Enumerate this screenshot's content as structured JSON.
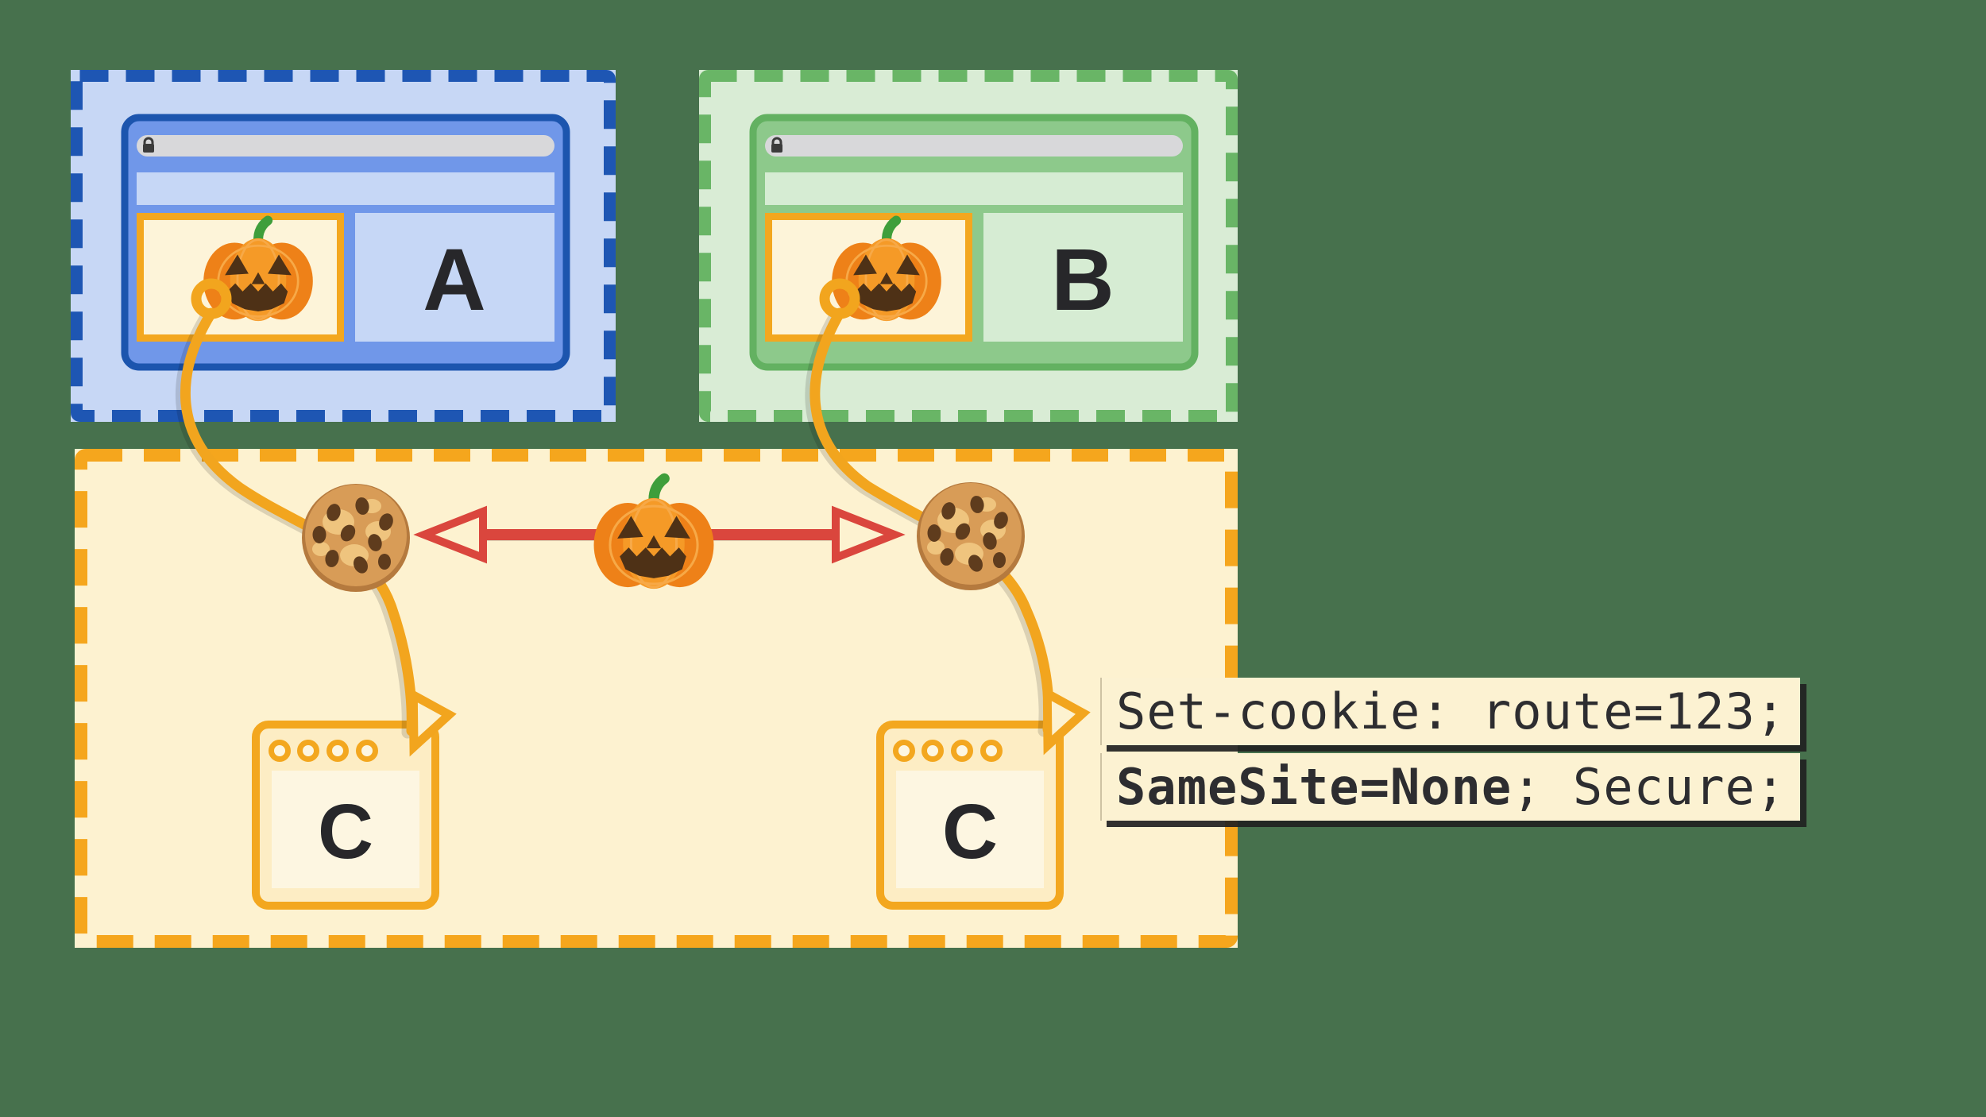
{
  "diagram": {
    "title_hint": "third-party cookie sharing between sites",
    "browser_a": {
      "page_label": "A"
    },
    "browser_b": {
      "page_label": "B"
    },
    "third_party_site": {
      "windows": [
        {
          "label": "C"
        },
        {
          "label": "C"
        }
      ]
    },
    "code": {
      "line1": "Set-cookie: route=123;",
      "line2_bold": "SameSite=None",
      "line2_rest": "; Secure;"
    },
    "icons": {
      "lock": "lock-icon",
      "pumpkin": "pumpkin-icon",
      "cookie": "cookie-icon"
    },
    "colors": {
      "background": "#47714d",
      "site_a_accent": "#1e56b3",
      "site_a_fill": "#c7d7f5",
      "site_a_window": "#7097e9",
      "site_b_accent": "#69b566",
      "site_b_fill": "#d9ecd5",
      "site_b_window": "#8dc98b",
      "third_party_accent": "#f2a51e",
      "third_party_fill": "#fdf2d0",
      "iframe_fill": "#fdf4d9",
      "share_arrow": "#da463d",
      "code_box_fill": "#fcf2d2",
      "text_dark": "#2d2d30"
    }
  }
}
